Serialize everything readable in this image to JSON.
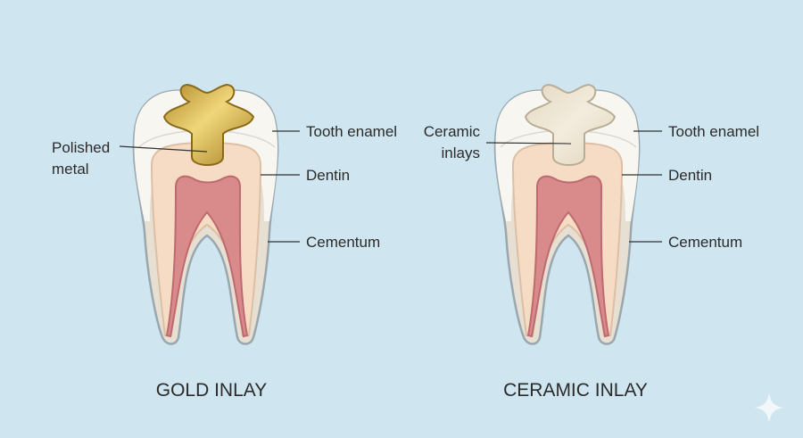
{
  "left": {
    "title": "GOLD INLAY",
    "inlay_label": [
      "Polished",
      "metal"
    ],
    "labels": {
      "enamel": "Tooth enamel",
      "dentin": "Dentin",
      "cementum": "Cementum"
    }
  },
  "right": {
    "title": "CERAMIC INLAY",
    "inlay_label": [
      "Ceramic",
      "inlays"
    ],
    "labels": {
      "enamel": "Tooth enamel",
      "dentin": "Dentin",
      "cementum": "Cementum"
    }
  },
  "colors": {
    "background": "#cfe5f0",
    "gold": "#c9a53a",
    "ceramic": "#ece3d0",
    "pulp": "#d98a8a",
    "dentin": "#f6dcc5"
  },
  "icons": {
    "corner": "sparkle-icon"
  }
}
